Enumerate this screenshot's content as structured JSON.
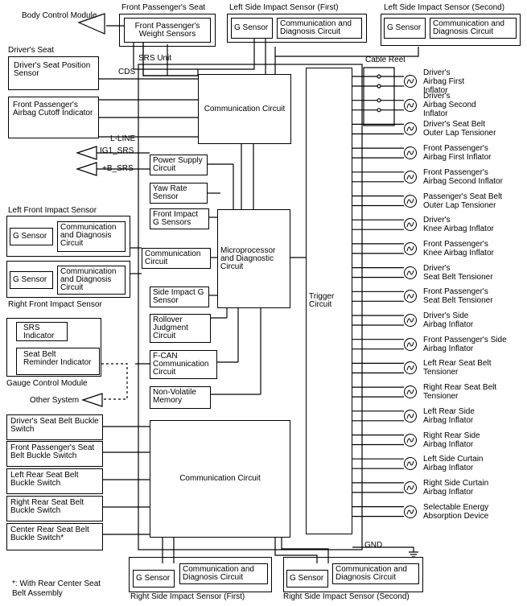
{
  "title": "",
  "srs_unit": {
    "label": "SRS Unit",
    "comm_top": "Communication Circuit",
    "power_supply": "Power Supply Circuit",
    "yaw_rate": "Yaw Rate Sensor",
    "front_impact_g": "Front Impact G Sensors",
    "microprocessor": "Microprocessor and Diagnostic Circuit",
    "comm_mid": "Communication Circuit",
    "side_impact_g": "Side Impact G Sensor",
    "rollover": "Rollover Judgment Circuit",
    "fcan": "F-CAN Communication Circuit",
    "nonvolatile": "Non-Volatile Memory",
    "trigger": "Trigger Circuit",
    "comm_bottom": "Communication Circuit"
  },
  "terminals": {
    "cds": "CDS",
    "lline": "L-LINE",
    "ig1": "IG1_SRS",
    "bsrs": "+B_SRS",
    "gnd": "GND"
  },
  "top_units": {
    "body_control": "Body Control Module",
    "front_pass_seat": {
      "label": "Front Passenger's Seat",
      "inner": "Front Passenger's Weight Sensors"
    },
    "lsis_first": {
      "label": "Left Side Impact Sensor (First)",
      "g": "G Sensor",
      "comm": "Communication and Diagnosis Circuit"
    },
    "lsis_second": {
      "label": "Left Side Impact Sensor (Second)",
      "g": "G Sensor",
      "comm": "Communication and Diagnosis Circuit"
    }
  },
  "left_units": {
    "drivers_seat": {
      "label": "Driver's Seat",
      "inner": "Driver's Seat Position Sensor"
    },
    "fp_cutoff": "Front Passenger's Airbag Cutoff Indicator",
    "lfis": {
      "label": "Left Front Impact Sensor",
      "g": "G Sensor",
      "comm": "Communication and Diagnosis Circuit"
    },
    "rfis": {
      "label": "Right Front Impact Sensor",
      "g": "G Sensor",
      "comm": "Communication and Diagnosis Circuit"
    },
    "gauge": {
      "label": "Gauge Control Module",
      "srs": "SRS Indicator",
      "belt": "Seat Belt Reminder Indicator"
    },
    "other_system": "Other System"
  },
  "buckle_switches": [
    "Driver's Seat Belt Buckle Switch",
    "Front Passenger's Seat Belt Buckle Switch",
    "Left Rear Seat Belt Buckle Switch",
    "Right Rear Seat Belt Buckle Switch",
    "Center Rear Seat Belt Buckle Switch*"
  ],
  "bottom_units": {
    "rsis_first": {
      "label": "Right Side Impact Sensor (First)",
      "g": "G Sensor",
      "comm": "Communication and Diagnosis Circuit"
    },
    "rsis_second": {
      "label": "Right Side Impact Sensor (Second)",
      "g": "G Sensor",
      "comm": "Communication and Diagnosis Circuit"
    }
  },
  "footnote": "*: With Rear Center Seat Belt Assembly",
  "cable_reel": "Cable Reel",
  "outputs": [
    "Driver's Airbag First Inflator",
    "Driver's Airbag Second Inflator",
    "Driver's Seat Belt Outer Lap Tensioner",
    "Front Passenger's Airbag First Inflator",
    "Front Passenger's Airbag Second Inflator",
    "Passenger's Seat Belt Outer Lap Tensioner",
    "Driver's Knee Airbag Inflator",
    "Front Passenger's Knee Airbag Inflator",
    "Driver's Seat Belt Tensioner",
    "Front Passenger's Seat Belt Tensioner",
    "Driver's Side Airbag Inflator",
    "Front Passenger's Side Airbag Inflator",
    "Left Rear Seat Belt Tensioner",
    "Right Rear Seat Belt Tensioner",
    "Left Rear Side Airbag Inflator",
    "Right Rear Side Airbag Inflator",
    "Left Side Curtain Airbag Inflator",
    "Right Side Curtain Airbag Inflator",
    "Selectable Energy Absorption Device"
  ],
  "output_lines": [
    [
      "Driver's",
      "Airbag First",
      "Inflator"
    ],
    [
      "Driver's",
      "Airbag Second",
      "Inflator"
    ],
    [
      "Driver's Seat Belt",
      "Outer Lap Tensioner"
    ],
    [
      "Front Passenger's",
      "Airbag First Inflator"
    ],
    [
      "Front Passenger's",
      "Airbag Second Inflator"
    ],
    [
      "Passenger's Seat Belt",
      "Outer Lap Tensioner"
    ],
    [
      "Driver's",
      "Knee Airbag Inflator"
    ],
    [
      "Front Passenger's",
      "Knee Airbag Inflator"
    ],
    [
      "Driver's",
      "Seat Belt Tensioner"
    ],
    [
      "Front Passenger's",
      "Seat Belt Tensioner"
    ],
    [
      "Driver's Side",
      "Airbag Inflator"
    ],
    [
      "Front Passenger's Side",
      "Airbag Inflator"
    ],
    [
      "Left Rear Seat Belt",
      "Tensioner"
    ],
    [
      "Right Rear Seat Belt",
      "Tensioner"
    ],
    [
      "Left Rear Side",
      "Airbag Inflator"
    ],
    [
      "Right Rear Side",
      "Airbag Inflator"
    ],
    [
      "Left Side Curtain",
      "Airbag Inflator"
    ],
    [
      "Right Side Curtain",
      "Airbag Inflator"
    ],
    [
      "Selectable Energy",
      "Absorption Device"
    ]
  ]
}
